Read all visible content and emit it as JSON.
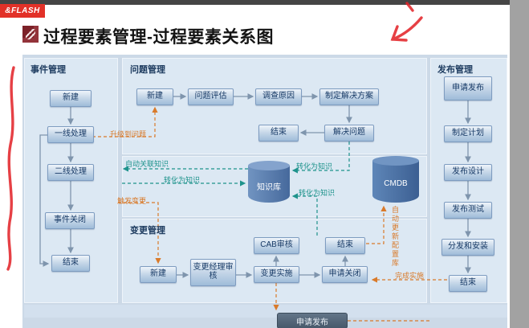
{
  "chrome": {
    "watermark": "&FLASH"
  },
  "slide": {
    "title": "过程要素管理-过程要素关系图"
  },
  "diagram": {
    "incident": {
      "title": "事件管理",
      "nodes": {
        "new": "新建",
        "line1": "一线处理",
        "line2": "二线处理",
        "close": "事件关闭",
        "end": "结束"
      }
    },
    "problem": {
      "title": "问题管理",
      "nodes": {
        "new": "新建",
        "evaluate": "问题评估",
        "investigate": "调查原因",
        "plan": "制定解决方案",
        "solve": "解决问题",
        "end": "结束"
      }
    },
    "release": {
      "title": "发布管理",
      "nodes": {
        "apply": "申请发布",
        "plan": "制定计划",
        "design": "发布设计",
        "test": "发布测试",
        "deploy": "分发和安装",
        "end": "结束"
      }
    },
    "change": {
      "title": "变更管理",
      "nodes": {
        "new": "新建",
        "manager_review": "变更经理审核",
        "cab_review": "CAB审核",
        "implement": "变更实施",
        "apply_close": "申请关闭",
        "end": "结束"
      }
    },
    "stores": {
      "knowledge": "知识库",
      "cmdb": "CMDB"
    },
    "flow_labels": {
      "escalate": "升级到问题",
      "auto_link_knowledge": "自动关联知识",
      "to_knowledge_incident": "转化为知识",
      "to_knowledge_problem": "转化为知识",
      "to_knowledge_change": "转化为知识",
      "trigger_change": "触发变更",
      "auto_update_cmdb": "自动更新配置库",
      "complete_implementation": "完成实施",
      "apply_release": "申请发布"
    },
    "colors": {
      "orange_flow": "#d97a2a",
      "teal_flow": "#1e938c",
      "node_border": "#7e9cc0",
      "annotation_red": "#e3262b",
      "watermark_red": "#e23128"
    }
  }
}
